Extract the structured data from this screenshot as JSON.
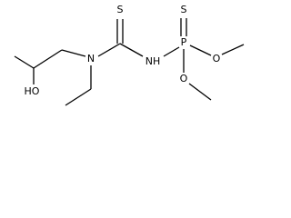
{
  "structure": {
    "atoms": {
      "hydroxyl": "HO",
      "amine_n": "N",
      "thione_s": "S",
      "imine_nh": "NH",
      "phosphorus": "P",
      "phosphoryl_s": "S",
      "methoxy_o_upper": "O",
      "methoxy_o_lower": "O"
    }
  }
}
